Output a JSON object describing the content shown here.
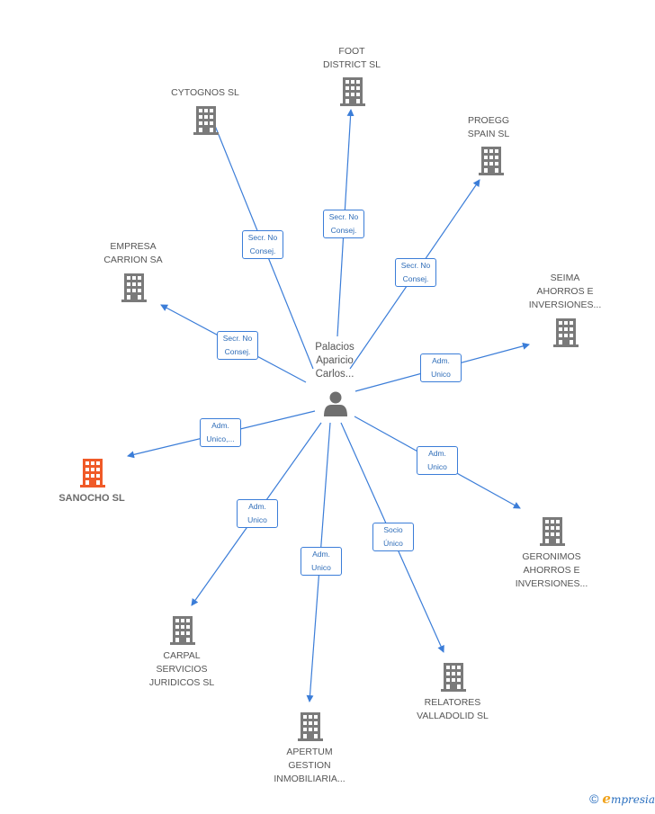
{
  "center": {
    "label": "Palacios\nAparicio\nCarlos..."
  },
  "nodes": [
    {
      "id": "foot",
      "label": "FOOT\nDISTRICT SL",
      "highlight": false
    },
    {
      "id": "cytognos",
      "label": "CYTOGNOS SL",
      "highlight": false
    },
    {
      "id": "proegg",
      "label": "PROEGG\nSPAIN  SL",
      "highlight": false
    },
    {
      "id": "empresa",
      "label": "EMPRESA\nCARRION SA",
      "highlight": false
    },
    {
      "id": "seima",
      "label": "SEIMA\nAHORROS E\nINVERSIONES...",
      "highlight": false
    },
    {
      "id": "sanocho",
      "label": "SANOCHO  SL",
      "highlight": true
    },
    {
      "id": "geronimos",
      "label": "GERONIMOS\nAHORROS E\nINVERSIONES...",
      "highlight": false
    },
    {
      "id": "carpal",
      "label": "CARPAL\nSERVICIOS\nJURIDICOS  SL",
      "highlight": false
    },
    {
      "id": "relatores",
      "label": "RELATORES\nVALLADOLID  SL",
      "highlight": false
    },
    {
      "id": "apertum",
      "label": "APERTUM\nGESTION\nINMOBILIARIA...",
      "highlight": false
    }
  ],
  "edges": [
    {
      "to": "foot",
      "label": "Secr.  No\nConsej."
    },
    {
      "to": "cytognos",
      "label": "Secr.  No\nConsej."
    },
    {
      "to": "proegg",
      "label": "Secr.  No\nConsej."
    },
    {
      "to": "empresa",
      "label": "Secr.  No\nConsej."
    },
    {
      "to": "seima",
      "label": "Adm.\nUnico"
    },
    {
      "to": "sanocho",
      "label": "Adm.\nUnico,..."
    },
    {
      "to": "geronimos",
      "label": "Adm.\nUnico"
    },
    {
      "to": "carpal",
      "label": "Adm.\nUnico"
    },
    {
      "to": "apertum",
      "label": "Adm.\nUnico"
    },
    {
      "to": "relatores",
      "label": "Socio\nÚnico"
    }
  ],
  "colors": {
    "edge": "#3b7dd8",
    "node_icon": "#7a7a7a",
    "highlight_icon": "#f05a28",
    "person_icon": "#6f6f6f"
  },
  "footer": {
    "copyright": "©",
    "brand_initial": "e",
    "brand_rest": "mpresia"
  }
}
